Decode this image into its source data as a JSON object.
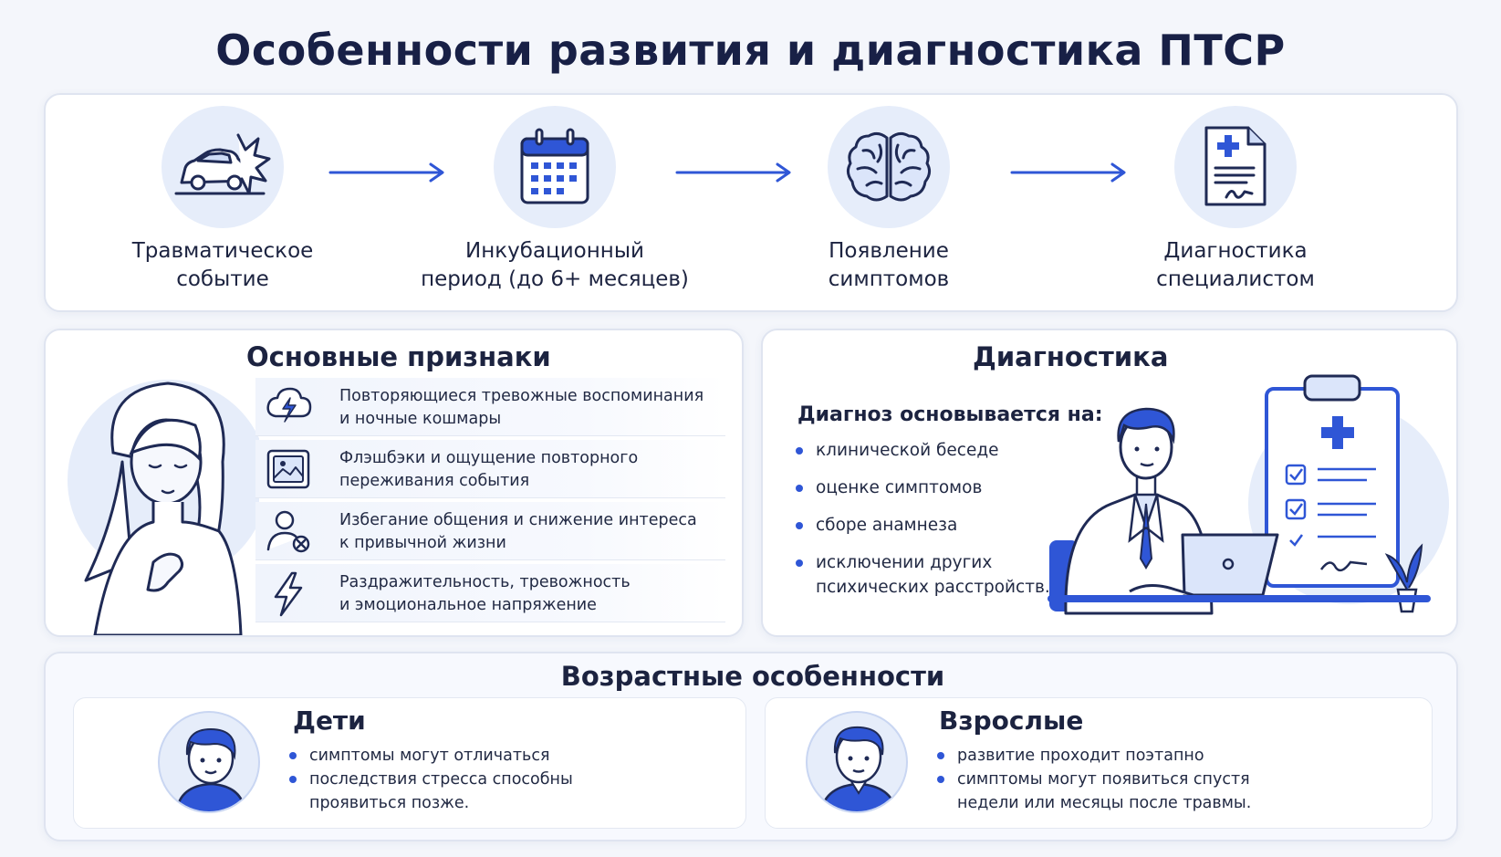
{
  "title": "Особенности развития и диагностика ПТСР",
  "timeline": {
    "steps": [
      {
        "icon": "car-crash-icon",
        "label_line1": "Травматическое",
        "label_line2": "событие"
      },
      {
        "icon": "calendar-icon",
        "label_line1": "Инкубационный",
        "label_line2": "период (до 6+ месяцев)"
      },
      {
        "icon": "brain-icon",
        "label_line1": "Появление",
        "label_line2": "симптомов"
      },
      {
        "icon": "medical-document-icon",
        "label_line1": "Диагностика",
        "label_line2": "специалистом"
      }
    ]
  },
  "signs": {
    "heading": "Основные признаки",
    "items": [
      {
        "icon": "storm-cloud-icon",
        "line1": "Повторяющиеся тревожные воспоминания",
        "line2": "и ночные кошмары"
      },
      {
        "icon": "image-icon",
        "line1": "Флэшбэки и ощущение повторного",
        "line2": "переживания события"
      },
      {
        "icon": "user-remove-icon",
        "line1": "Избегание общения и снижение интереса",
        "line2": "к привычной жизни"
      },
      {
        "icon": "lightning-icon",
        "line1": "Раздражительность, тревожность",
        "line2": "и эмоциональное напряжение"
      }
    ]
  },
  "diagnostics": {
    "heading": "Диагностика",
    "subheading": "Диагноз основывается на:",
    "items": [
      "клинической беседе",
      "оценке симптомов",
      "сборе анамнеза",
      "исключении других",
      "психических расстройств."
    ]
  },
  "age": {
    "heading": "Возрастные особенности",
    "children": {
      "title": "Дети",
      "items": [
        "симптомы могут отличаться",
        "последствия стресса способны",
        "проявиться позже."
      ]
    },
    "adults": {
      "title": "Взрослые",
      "items": [
        "развитие проходит поэтапно",
        "симптомы могут появиться спустя",
        "недели или месяцы после травмы."
      ]
    }
  },
  "colors": {
    "accent": "#2f56d6",
    "dark_text": "#1c2340",
    "icon_bg": "#e6edfa",
    "panel_border": "#dfe4f0"
  }
}
